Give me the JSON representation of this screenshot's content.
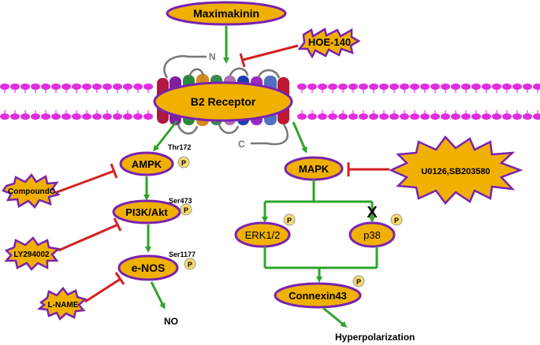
{
  "nodes": {
    "maximakinin": "Maximakinin",
    "hoe140": "HOE-140",
    "b2_receptor": "B2 Receptor",
    "ampk": "AMPK",
    "pi3k_akt": "PI3K/Akt",
    "enos": "e-NOS",
    "mapk": "MAPK",
    "erk12": "ERK1/2",
    "p38": "p38",
    "connexin43": "Connexin43",
    "u0126": "U0126,SB203580",
    "compoundc": "CompoundC",
    "ly294002": "LY294002",
    "lname": "L-NAME"
  },
  "labels": {
    "n_terminus": "N",
    "c_terminus": "C",
    "thr172": "Thr172",
    "ser473": "Ser473",
    "ser1177": "Ser1177",
    "phospho": "P",
    "no": "NO",
    "hyperpolarization": "Hyperpolarization",
    "blocked": "X"
  },
  "colors": {
    "node_fill": "#f0b000",
    "node_border": "#7a22b0",
    "activation_arrow": "#2ea42a",
    "inhibition": "#d42020",
    "membrane_bead": "#e02de0",
    "membrane_tail": "#ee88ee",
    "phospho_fill": "#f6d96a"
  }
}
